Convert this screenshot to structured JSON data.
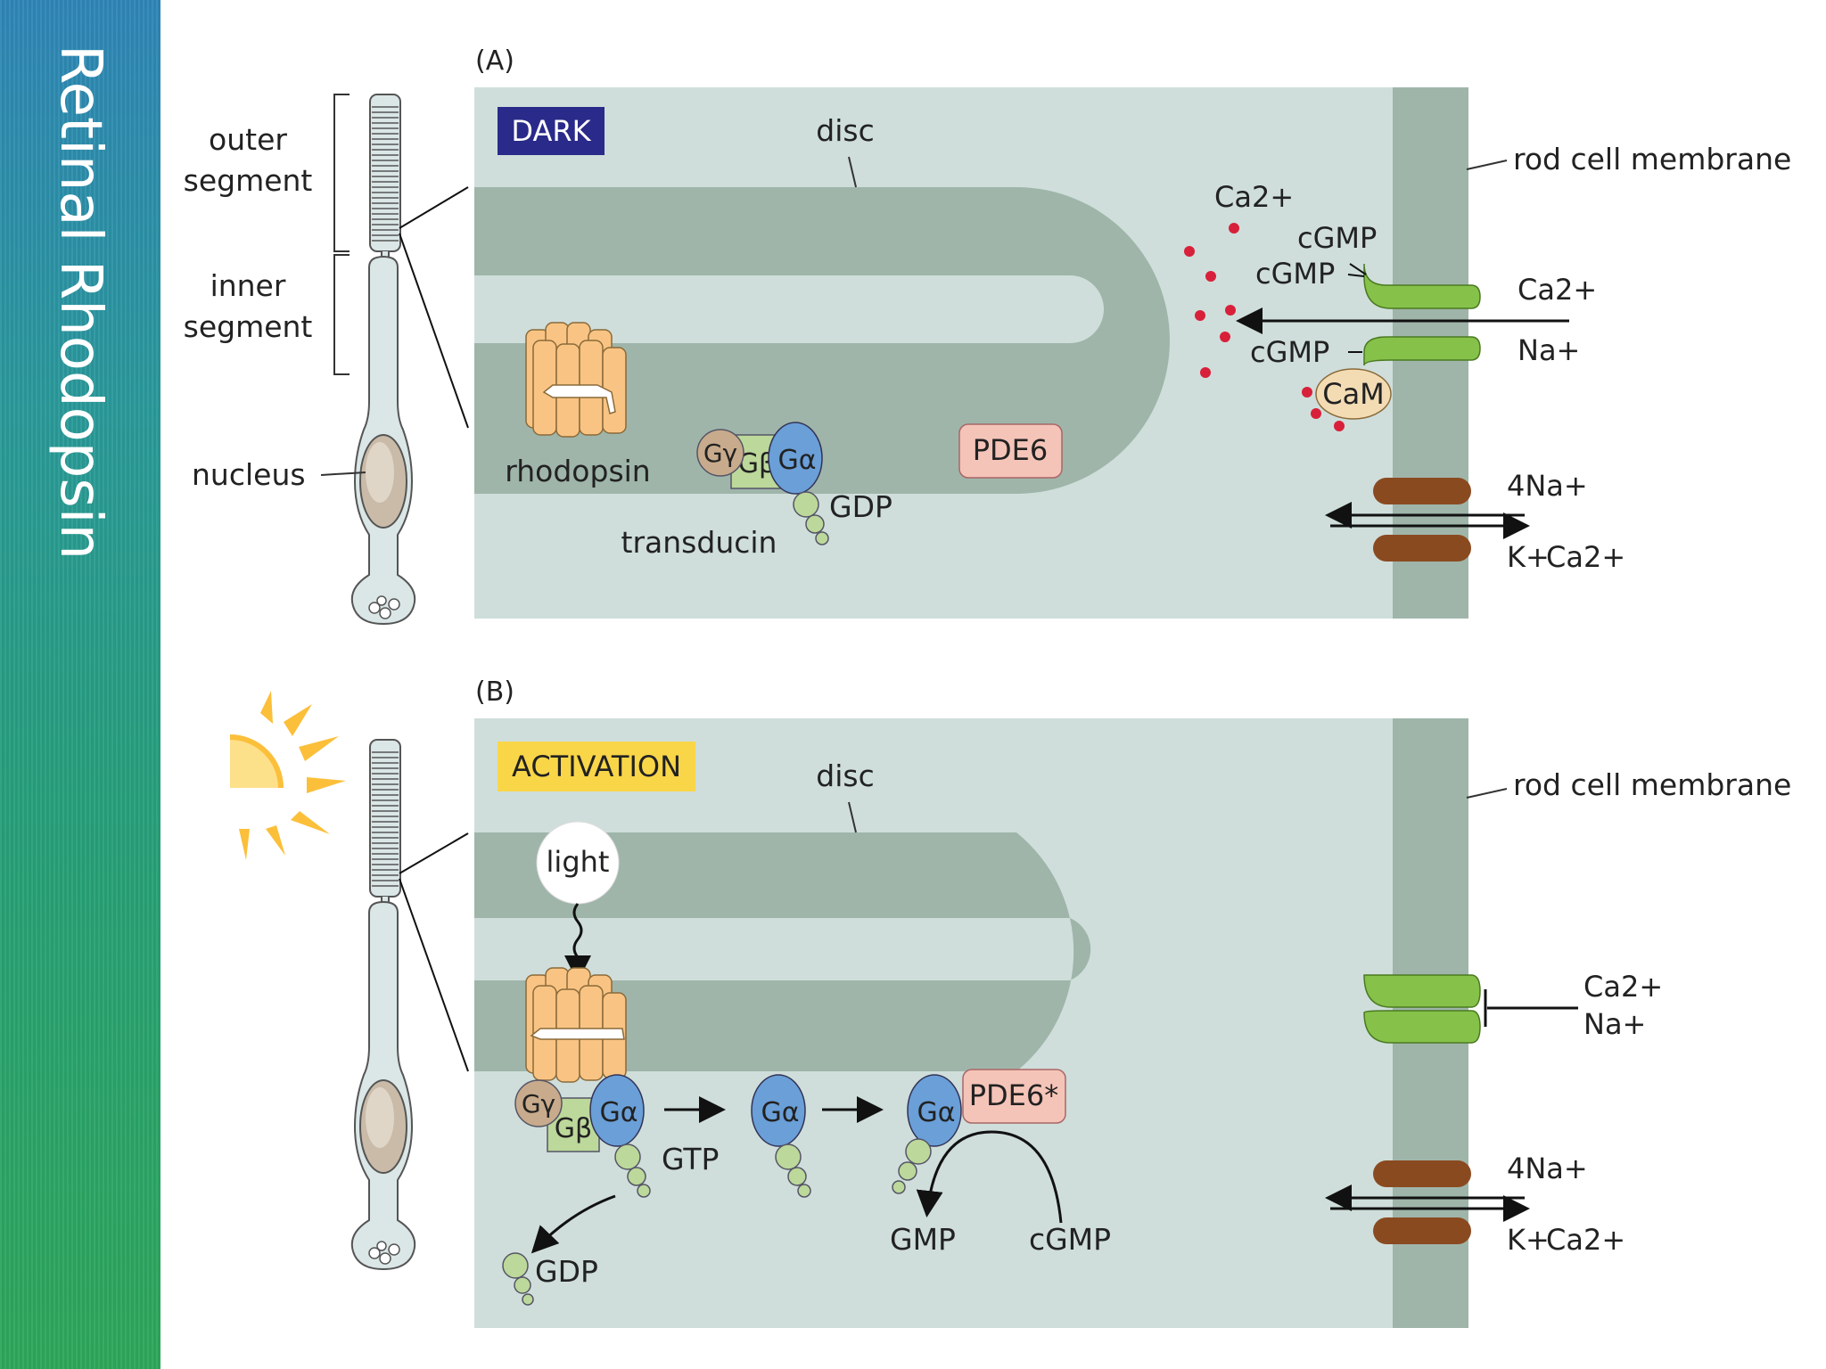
{
  "slide_title": "Retinal Rhodopsin",
  "rod_cell_labels": {
    "outer_segment_1": "outer",
    "outer_segment_2": "segment",
    "inner_segment_1": "inner",
    "inner_segment_2": "segment",
    "nucleus": "nucleus"
  },
  "panel_a": {
    "label": "(A)",
    "state_badge": "DARK",
    "disc_label": "disc",
    "membrane_label": "rod cell membrane",
    "rhodopsin": "rhodopsin",
    "g_gamma": "Gγ",
    "g_beta": "Gβ",
    "g_alpha": "Gα",
    "gdp": "GDP",
    "transducin": "transducin",
    "pde": "PDE6",
    "ca_interior": "Ca2+",
    "cgmp_1": "cGMP",
    "cgmp_2": "cGMP",
    "cgmp_3": "cGMP",
    "cam": "CaM",
    "channel_ca": "Ca2+",
    "channel_na": "Na+",
    "exchanger_na": "4Na+",
    "exchanger_k": "K+",
    "exchanger_ca": "Ca2+"
  },
  "panel_b": {
    "label": "(B)",
    "state_badge": "ACTIVATION",
    "disc_label": "disc",
    "membrane_label": "rod cell membrane",
    "light": "light",
    "g_gamma": "Gγ",
    "g_beta": "Gβ",
    "g_alpha_1": "Gα",
    "g_alpha_2": "Gα",
    "g_alpha_3": "Gα",
    "gtp": "GTP",
    "gdp": "GDP",
    "pde": "PDE6*",
    "gmp": "GMP",
    "cgmp": "cGMP",
    "channel_ca": "Ca2+",
    "channel_na": "Na+",
    "exchanger_na": "4Na+",
    "exchanger_k": "K+",
    "exchanger_ca": "Ca2+"
  },
  "colors": {
    "cytoplasm": "#cfdedb",
    "disc": "#9fb5aa",
    "membrane": "#9fb5aa",
    "dark_badge": "#2a2a8a",
    "activation_badge": "#f9d648",
    "rhodopsin": "#f9c483",
    "g_alpha": "#6a9fd8",
    "g_beta": "#bcd89a",
    "g_gamma": "#c8ab8c",
    "pde": "#f5c4b8",
    "channel": "#86c14a",
    "exchanger": "#8a4a20",
    "calcium": "#d8203a",
    "cam": "#f3dcb4"
  }
}
